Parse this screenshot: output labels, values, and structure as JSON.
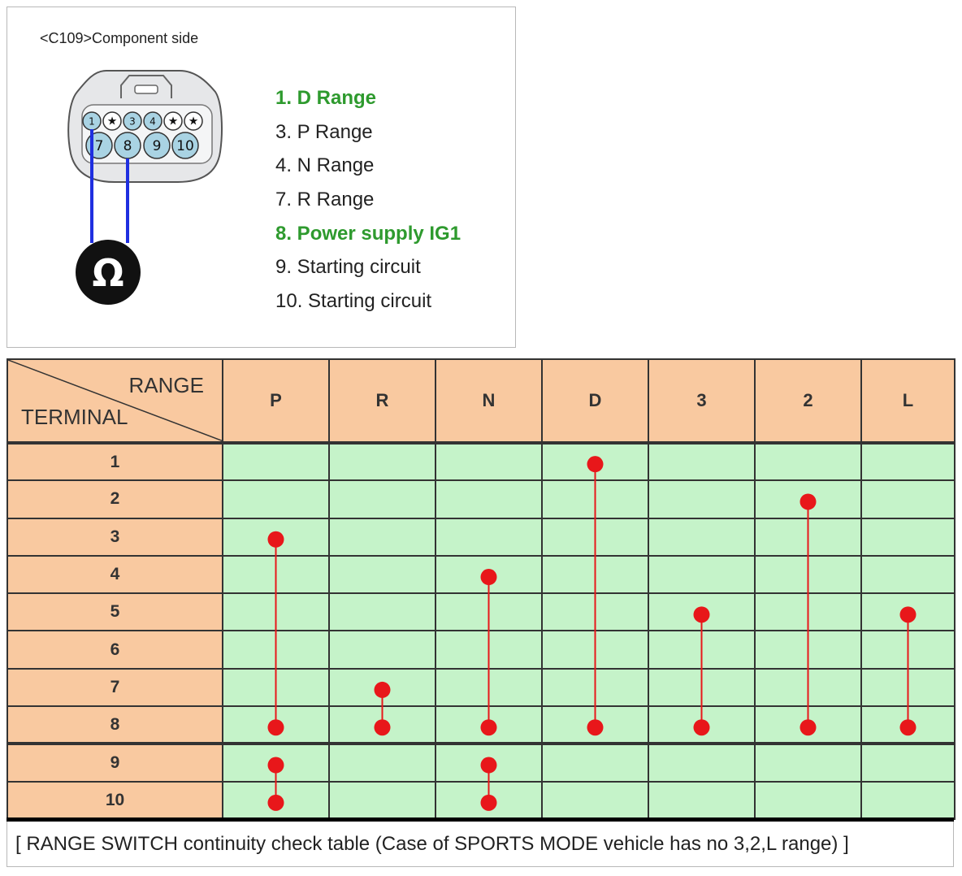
{
  "connector": {
    "title": "<C109>Component side",
    "pins_top": [
      "1",
      "★",
      "3",
      "4",
      "★",
      "★"
    ],
    "pins_bottom": [
      "7",
      "8",
      "9",
      "10"
    ],
    "meter_symbol": "Ω",
    "meter_probes": [
      "1",
      "8"
    ]
  },
  "pin_legend": [
    {
      "text": "1. D Range",
      "highlight": true
    },
    {
      "text": "3. P Range",
      "highlight": false
    },
    {
      "text": "4. N Range",
      "highlight": false
    },
    {
      "text": "7. R Range",
      "highlight": false
    },
    {
      "text": "8. Power supply IG1",
      "highlight": true
    },
    {
      "text": "9. Starting circuit",
      "highlight": false
    },
    {
      "text": "10. Starting circuit",
      "highlight": false
    }
  ],
  "table": {
    "corner_top": "RANGE",
    "corner_bottom": "TERMINAL",
    "ranges": [
      "P",
      "R",
      "N",
      "D",
      "3",
      "2",
      "L"
    ],
    "terminals": [
      "1",
      "2",
      "3",
      "4",
      "5",
      "6",
      "7",
      "8",
      "9",
      "10"
    ],
    "continuity": [
      {
        "range": "P",
        "groups": [
          [
            "3",
            "8"
          ],
          [
            "9",
            "10"
          ]
        ]
      },
      {
        "range": "R",
        "groups": [
          [
            "7",
            "8"
          ]
        ]
      },
      {
        "range": "N",
        "groups": [
          [
            "4",
            "8"
          ],
          [
            "9",
            "10"
          ]
        ]
      },
      {
        "range": "D",
        "groups": [
          [
            "1",
            "8"
          ]
        ]
      },
      {
        "range": "3",
        "groups": [
          [
            "5",
            "8"
          ]
        ]
      },
      {
        "range": "2",
        "groups": [
          [
            "2",
            "8"
          ]
        ]
      },
      {
        "range": "L",
        "groups": [
          [
            "5",
            "8"
          ]
        ]
      }
    ]
  },
  "caption": "[ RANGE SWITCH continuity check table (Case of SPORTS MODE vehicle has no 3,2,L range) ]",
  "colors": {
    "header_bg": "#f9c9a0",
    "cell_bg": "#c5f3c9",
    "dot": "#e8171a",
    "link": "#e8171a",
    "highlight_text": "#2e9a2e",
    "pin_fill": "#a9d3e3",
    "probe_wire": "#1f2fe0"
  }
}
